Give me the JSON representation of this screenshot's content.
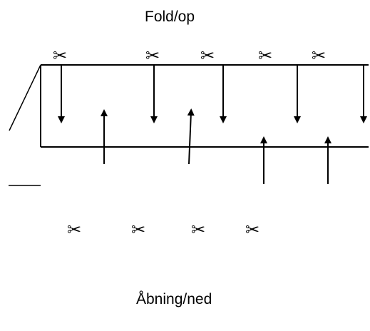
{
  "labels": {
    "top": "Fold/op",
    "bottom": "Åbning/ned"
  },
  "icons": {
    "scissors_glyph": "✂",
    "scissors_icon_name": "scissors-icon",
    "top_scissors_count": 5,
    "bottom_scissors_count": 4
  },
  "arrows": {
    "down_count": 5,
    "up_count": 4
  },
  "colors": {
    "stroke": "#000000",
    "background": "#ffffff"
  }
}
